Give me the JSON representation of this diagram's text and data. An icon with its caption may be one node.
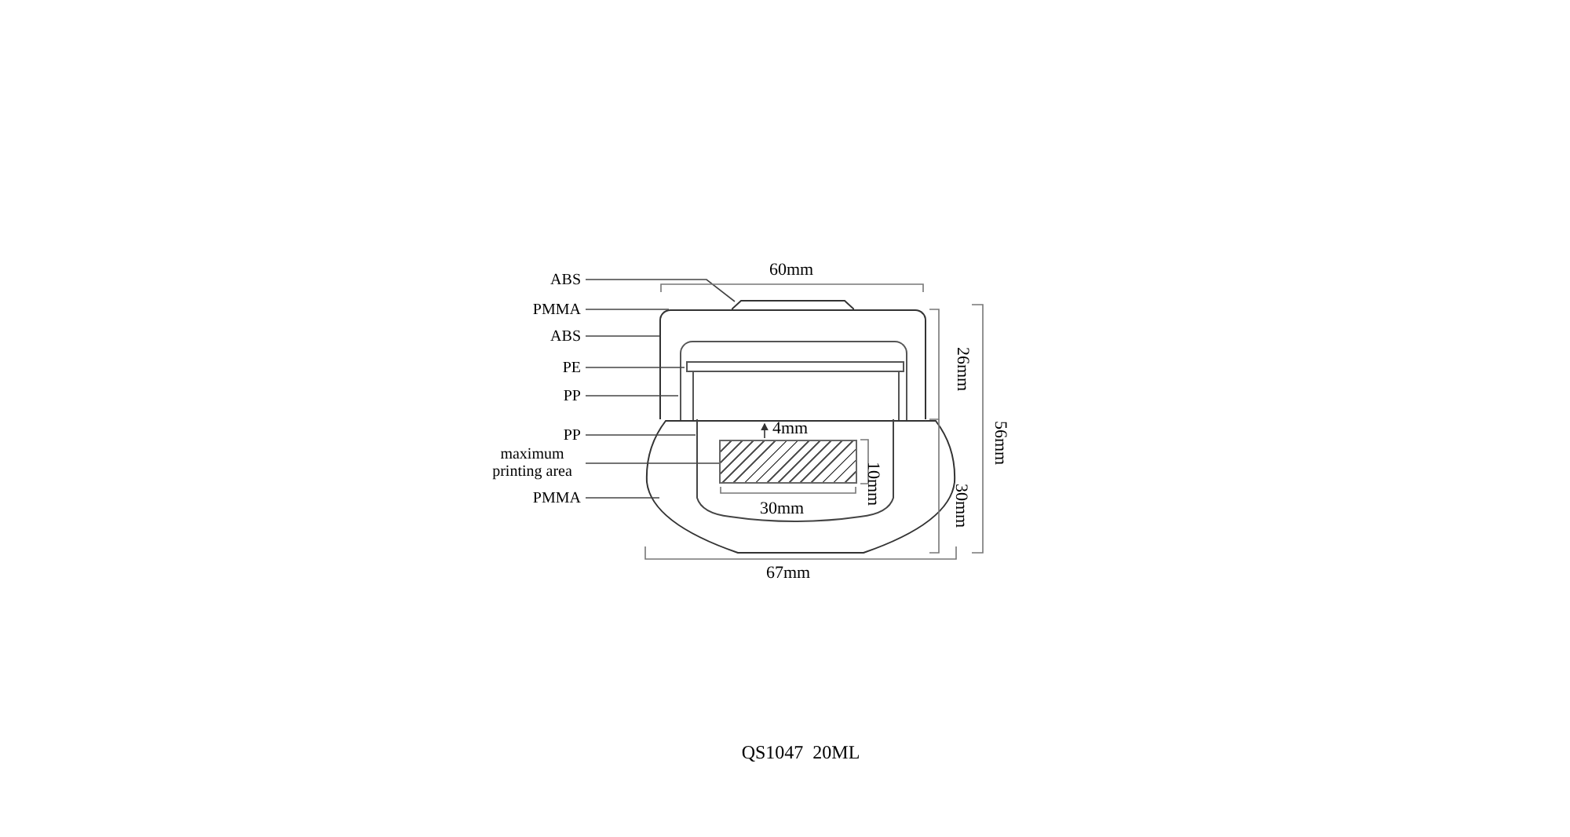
{
  "diagram": {
    "caption": "QS1047  20ML",
    "nodes": [
      {
        "text": [
          "ABS"
        ]
      },
      {
        "text": [
          "PMMA"
        ]
      },
      {
        "text": [
          "ABS"
        ]
      },
      {
        "text": [
          "PE"
        ]
      },
      {
        "text": [
          "PP"
        ]
      },
      {
        "text": [
          "PP"
        ]
      },
      {
        "text": [
          "maximum printing area"
        ]
      },
      {
        "text": [
          "PMMA"
        ]
      },
      {
        "text": [],
        "shape": "box"
      },
      {
        "text": [],
        "shape": "box"
      },
      {
        "text": [],
        "shape": "box",
        "in": 9
      },
      {
        "text": [],
        "shape": "box",
        "in": 9
      },
      {
        "text": [],
        "shape": "box"
      },
      {
        "text": [],
        "shape": "box",
        "in": 12
      },
      {
        "text": [],
        "shape": "box",
        "in": 13
      }
    ],
    "edges": [
      {
        "from": 0,
        "to": 8,
        "arrow": "none"
      },
      {
        "from": 1,
        "to": 9,
        "arrow": "none"
      },
      {
        "from": 2,
        "to": 9,
        "arrow": "none"
      },
      {
        "from": 3,
        "to": 10,
        "arrow": "none"
      },
      {
        "from": 4,
        "to": 11,
        "arrow": "none"
      },
      {
        "from": 5,
        "to": 13,
        "arrow": "none"
      },
      {
        "from": 6,
        "to": 14,
        "arrow": "none"
      },
      {
        "from": 7,
        "to": 12,
        "arrow": "none"
      }
    ],
    "labels": [
      "60mm",
      "26mm",
      "56mm",
      "4mm",
      "10mm",
      "30mm",
      "30mm",
      "67mm"
    ]
  }
}
